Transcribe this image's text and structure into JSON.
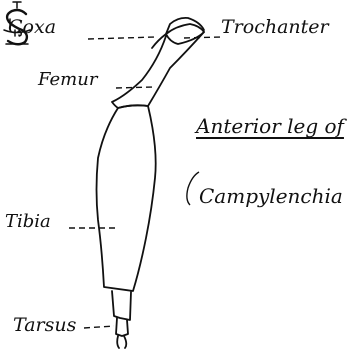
{
  "labels": {
    "coxa": "Coxa",
    "trochanter": "Trochanter",
    "femur": "Femur",
    "tibia": "Tibia",
    "tarsus": "Tarsus"
  },
  "title": {
    "line1": "Anterior leg of",
    "line2": "Campylenchia"
  },
  "monogram": {
    "letters": "T S C I R"
  },
  "colors": {
    "ink": "#111111",
    "paper": "#ffffff"
  }
}
